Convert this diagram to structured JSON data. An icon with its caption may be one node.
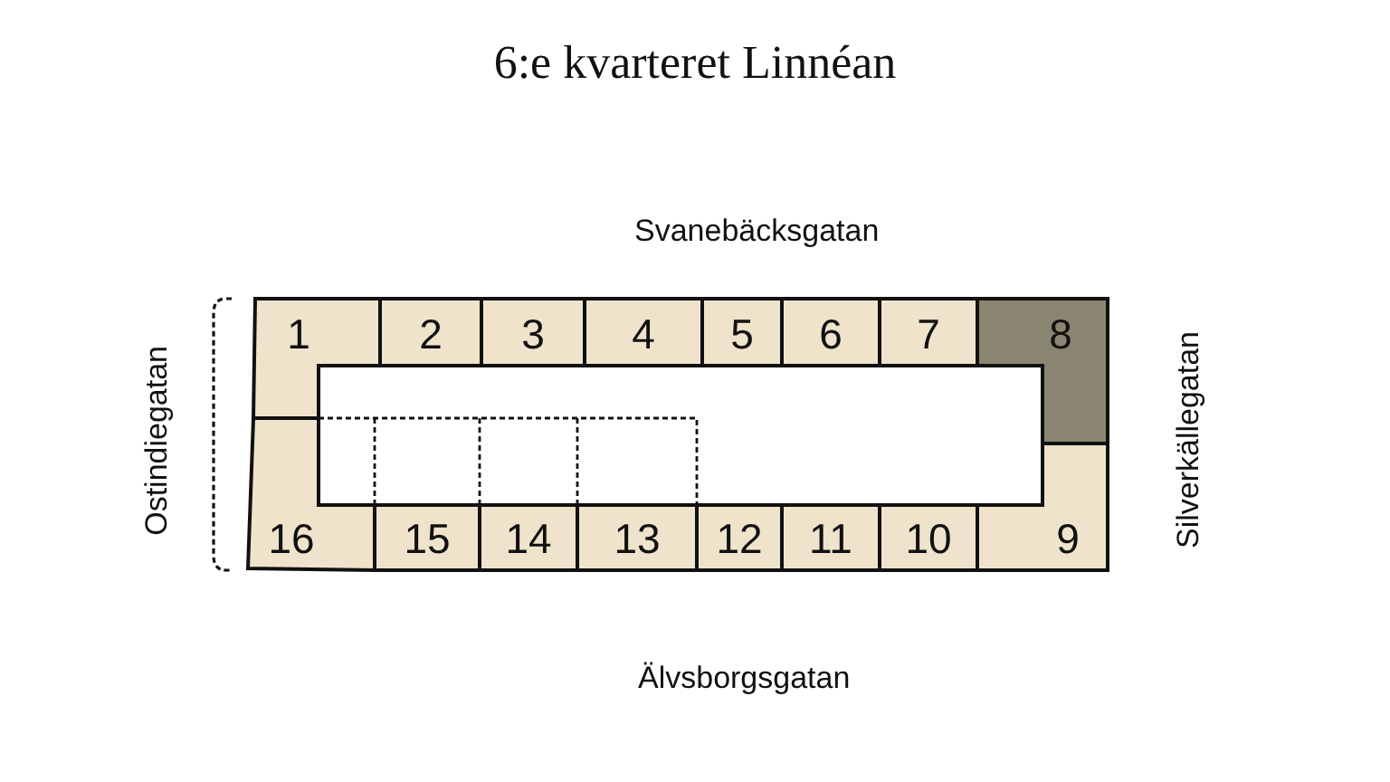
{
  "diagram": {
    "title": "6:e kvarteret Linnéan",
    "nodes": [
      {
        "text": [
          "1"
        ]
      },
      {
        "text": [
          "2"
        ]
      },
      {
        "text": [
          "3"
        ]
      },
      {
        "text": [
          "4"
        ]
      },
      {
        "text": [
          "5"
        ]
      },
      {
        "text": [
          "6"
        ]
      },
      {
        "text": [
          "7"
        ]
      },
      {
        "text": [
          "8"
        ]
      },
      {
        "text": [
          "9"
        ]
      },
      {
        "text": [
          "10"
        ]
      },
      {
        "text": [
          "11"
        ]
      },
      {
        "text": [
          "12"
        ]
      },
      {
        "text": [
          "13"
        ]
      },
      {
        "text": [
          "14"
        ]
      },
      {
        "text": [
          "15"
        ]
      },
      {
        "text": [
          "16"
        ]
      }
    ],
    "labels": [
      "Svanebäcksgatan",
      "Ostindiegatan",
      "Silverkällegatan",
      "Älvsborgsgatan"
    ]
  }
}
